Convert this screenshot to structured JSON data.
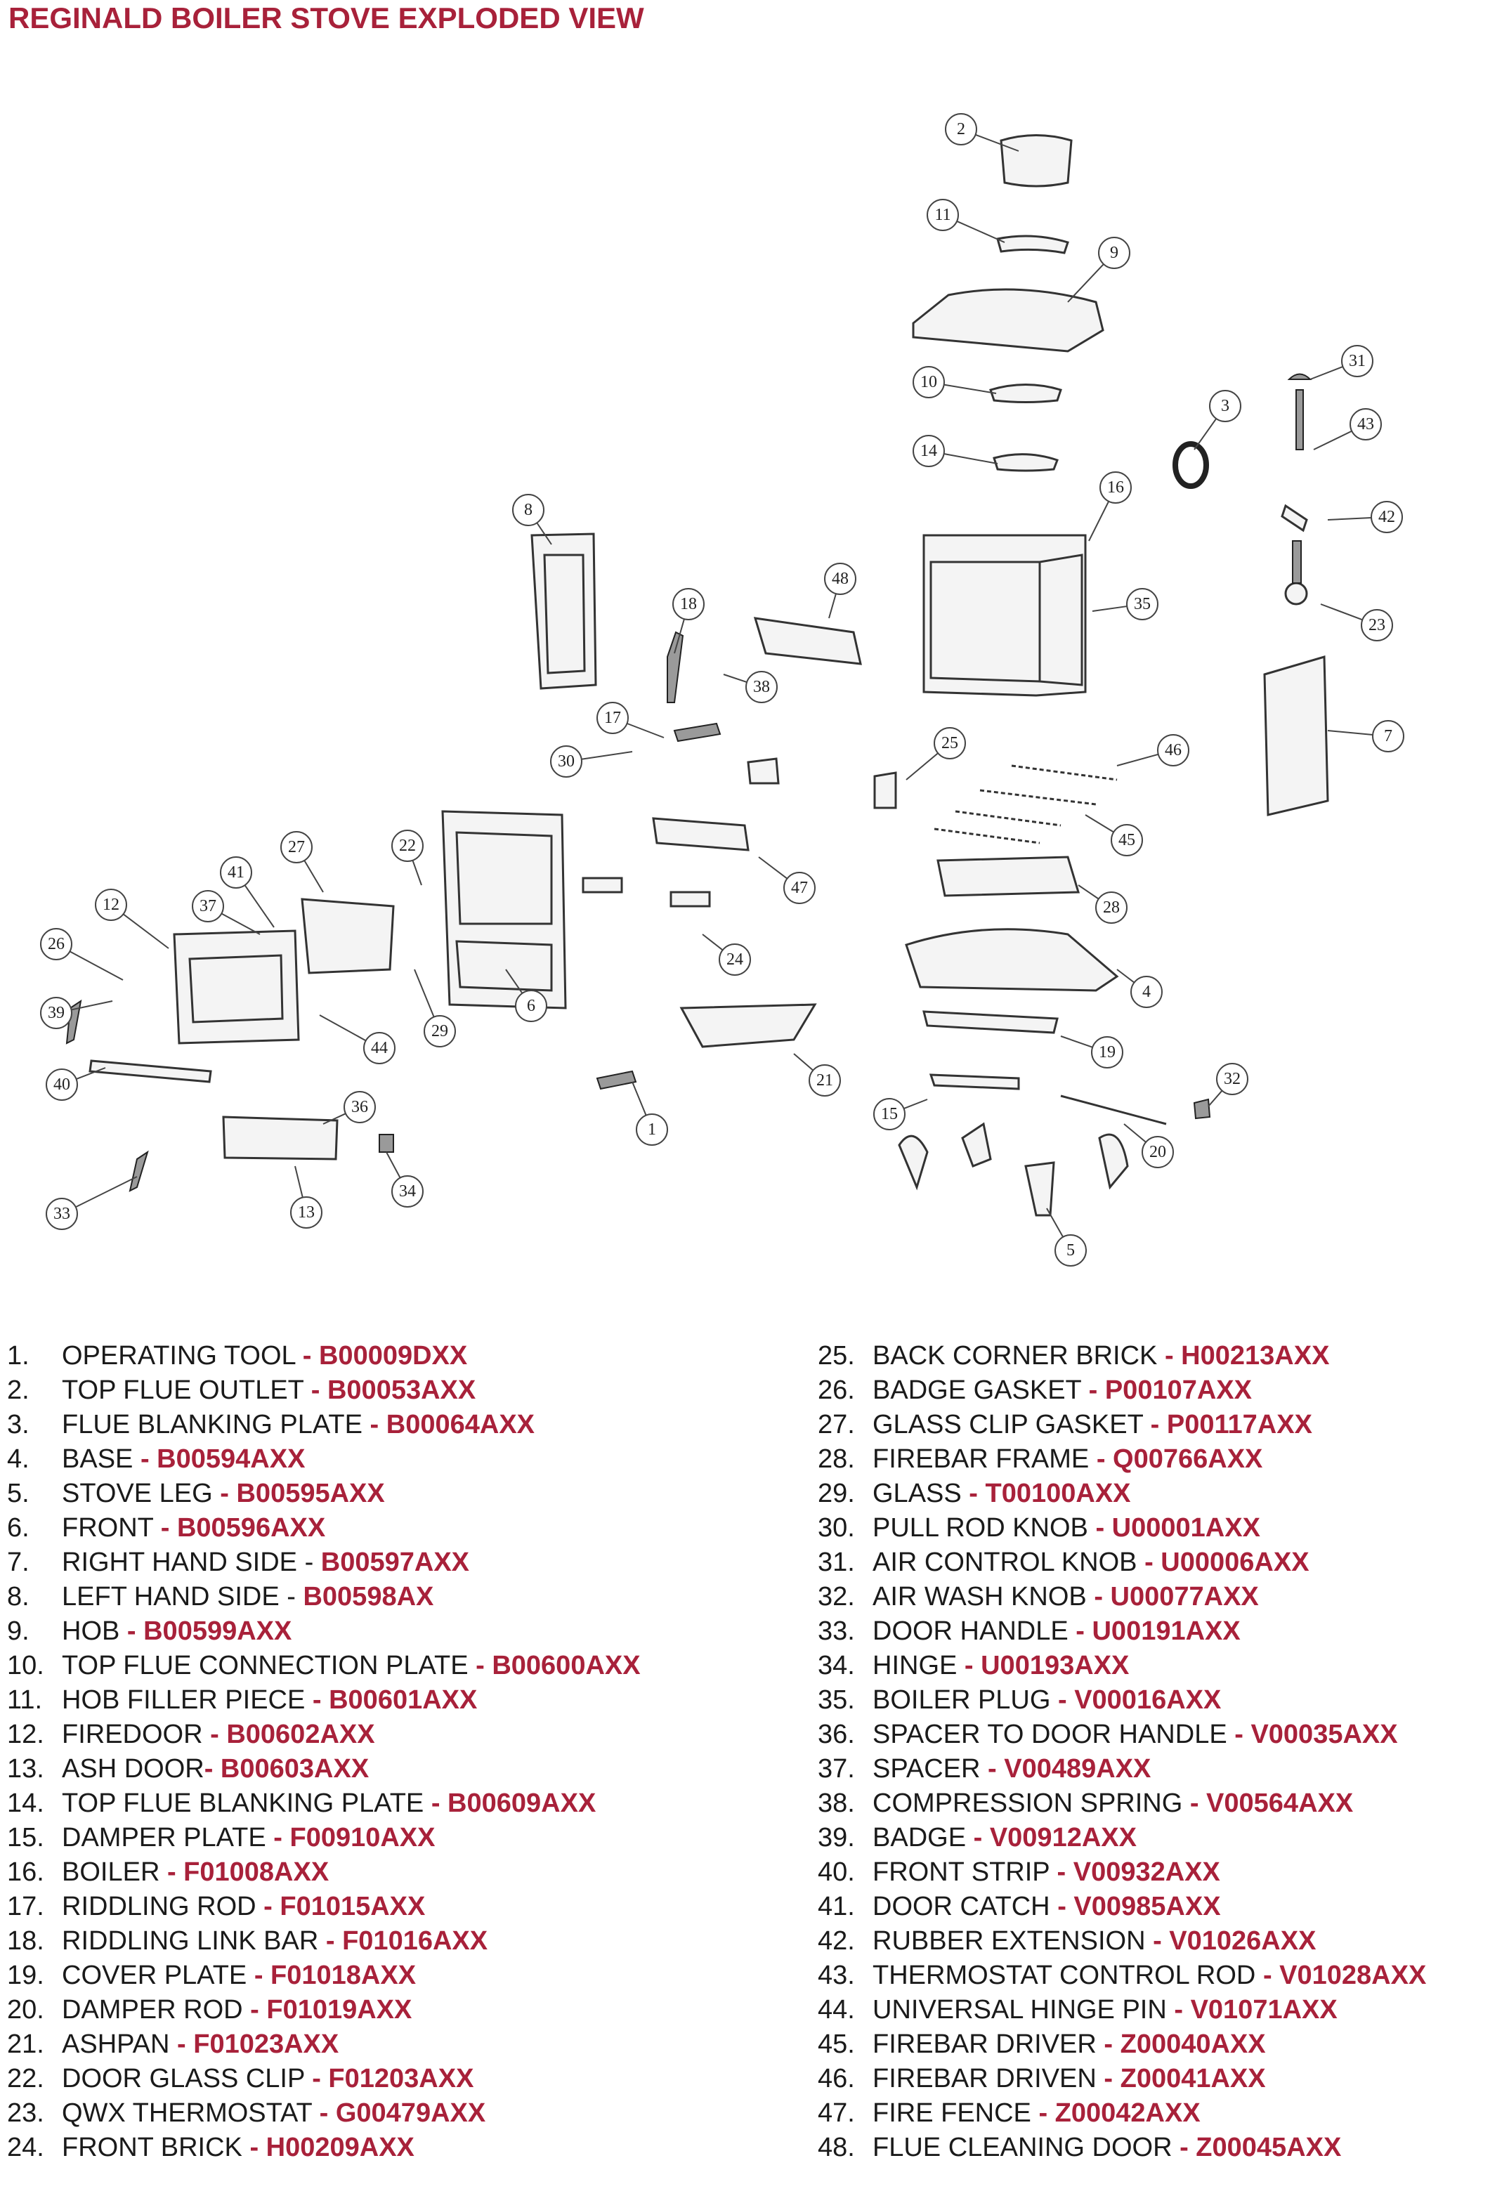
{
  "title": "REGINALD BOILER STOVE EXPLODED VIEW",
  "callouts": [
    "1",
    "2",
    "3",
    "4",
    "5",
    "6",
    "7",
    "8",
    "9",
    "10",
    "11",
    "12",
    "13",
    "14",
    "15",
    "16",
    "17",
    "18",
    "19",
    "20",
    "21",
    "22",
    "23",
    "24",
    "25",
    "26",
    "27",
    "28",
    "29",
    "30",
    "31",
    "32",
    "33",
    "34",
    "35",
    "36",
    "37",
    "38",
    "39",
    "40",
    "41",
    "42",
    "43",
    "44",
    "45",
    "46",
    "47",
    "48"
  ],
  "parts": [
    {
      "num": "1.",
      "name": "OPERATING TOOL ",
      "code": "- B00009DXX"
    },
    {
      "num": "2.",
      "name": "TOP FLUE OUTLET ",
      "code": "- B00053AXX"
    },
    {
      "num": "3.",
      "name": "FLUE BLANKING PLATE ",
      "code": "- B00064AXX"
    },
    {
      "num": "4.",
      "name": "BASE ",
      "code": "- B00594AXX"
    },
    {
      "num": "5.",
      "name": "STOVE LEG ",
      "code": "- B00595AXX"
    },
    {
      "num": "6.",
      "name": "FRONT ",
      "code": "- B00596AXX"
    },
    {
      "num": "7.",
      "name": "RIGHT HAND SIDE - ",
      "code": "B00597AXX"
    },
    {
      "num": "8.",
      "name": "LEFT HAND SIDE - ",
      "code": "B00598AX"
    },
    {
      "num": "9.",
      "name": "HOB ",
      "code": "- B00599AXX"
    },
    {
      "num": "10.",
      "name": "TOP FLUE CONNECTION PLATE ",
      "code": "- B00600AXX"
    },
    {
      "num": "11.",
      "name": "HOB FILLER PIECE ",
      "code": "- B00601AXX"
    },
    {
      "num": "12.",
      "name": "FIREDOOR ",
      "code": "- B00602AXX"
    },
    {
      "num": "13.",
      "name": "ASH DOOR",
      "code": "- B00603AXX"
    },
    {
      "num": "14.",
      "name": "TOP FLUE BLANKING PLATE ",
      "code": "- B00609AXX"
    },
    {
      "num": "15.",
      "name": "DAMPER PLATE ",
      "code": "- F00910AXX"
    },
    {
      "num": "16.",
      "name": "BOILER ",
      "code": "- F01008AXX"
    },
    {
      "num": "17.",
      "name": "RIDDLING ROD ",
      "code": "- F01015AXX"
    },
    {
      "num": "18.",
      "name": "RIDDLING LINK BAR ",
      "code": "- F01016AXX"
    },
    {
      "num": "19.",
      "name": "COVER PLATE ",
      "code": "- F01018AXX"
    },
    {
      "num": "20.",
      "name": "DAMPER ROD ",
      "code": "- F01019AXX"
    },
    {
      "num": "21.",
      "name": "ASHPAN ",
      "code": "- F01023AXX"
    },
    {
      "num": "22.",
      "name": "DOOR GLASS CLIP ",
      "code": "- F01203AXX"
    },
    {
      "num": "23.",
      "name": "QWX THERMOSTAT ",
      "code": "- G00479AXX"
    },
    {
      "num": "24.",
      "name": "FRONT BRICK ",
      "code": "- H00209AXX"
    },
    {
      "num": "25.",
      "name": "BACK CORNER BRICK ",
      "code": "- H00213AXX"
    },
    {
      "num": "26.",
      "name": "BADGE GASKET ",
      "code": "- P00107AXX"
    },
    {
      "num": "27.",
      "name": "GLASS CLIP GASKET ",
      "code": "- P00117AXX"
    },
    {
      "num": "28.",
      "name": "FIREBAR FRAME ",
      "code": "- Q00766AXX"
    },
    {
      "num": "29.",
      "name": "GLASS ",
      "code": "- T00100AXX"
    },
    {
      "num": "30.",
      "name": "PULL ROD KNOB ",
      "code": "- U00001AXX"
    },
    {
      "num": "31.",
      "name": "AIR CONTROL KNOB ",
      "code": "- U00006AXX"
    },
    {
      "num": "32.",
      "name": "AIR WASH KNOB ",
      "code": "- U00077AXX"
    },
    {
      "num": "33.",
      "name": "DOOR HANDLE ",
      "code": "- U00191AXX"
    },
    {
      "num": "34.",
      "name": "HINGE ",
      "code": "- U00193AXX"
    },
    {
      "num": "35.",
      "name": "BOILER PLUG ",
      "code": "- V00016AXX"
    },
    {
      "num": "36.",
      "name": "SPACER TO DOOR HANDLE ",
      "code": "- V00035AXX"
    },
    {
      "num": "37.",
      "name": "SPACER ",
      "code": "- V00489AXX"
    },
    {
      "num": "38.",
      "name": "COMPRESSION SPRING ",
      "code": "- V00564AXX"
    },
    {
      "num": "39.",
      "name": "BADGE ",
      "code": "- V00912AXX"
    },
    {
      "num": "40.",
      "name": "FRONT STRIP ",
      "code": "- V00932AXX"
    },
    {
      "num": "41.",
      "name": "DOOR CATCH ",
      "code": "- V00985AXX"
    },
    {
      "num": "42.",
      "name": "RUBBER EXTENSION ",
      "code": "- V01026AXX"
    },
    {
      "num": "43.",
      "name": "THERMOSTAT CONTROL ROD ",
      "code": "- V01028AXX"
    },
    {
      "num": "44.",
      "name": "UNIVERSAL HINGE PIN ",
      "code": "- V01071AXX"
    },
    {
      "num": "45.",
      "name": "FIREBAR DRIVER ",
      "code": "- Z00040AXX"
    },
    {
      "num": "46.",
      "name": "FIREBAR DRIVEN ",
      "code": "- Z00041AXX"
    },
    {
      "num": "47.",
      "name": "FIRE FENCE ",
      "code": "- Z00042AXX"
    },
    {
      "num": "48.",
      "name": "FLUE CLEANING DOOR ",
      "code": "- Z00045AXX"
    }
  ]
}
